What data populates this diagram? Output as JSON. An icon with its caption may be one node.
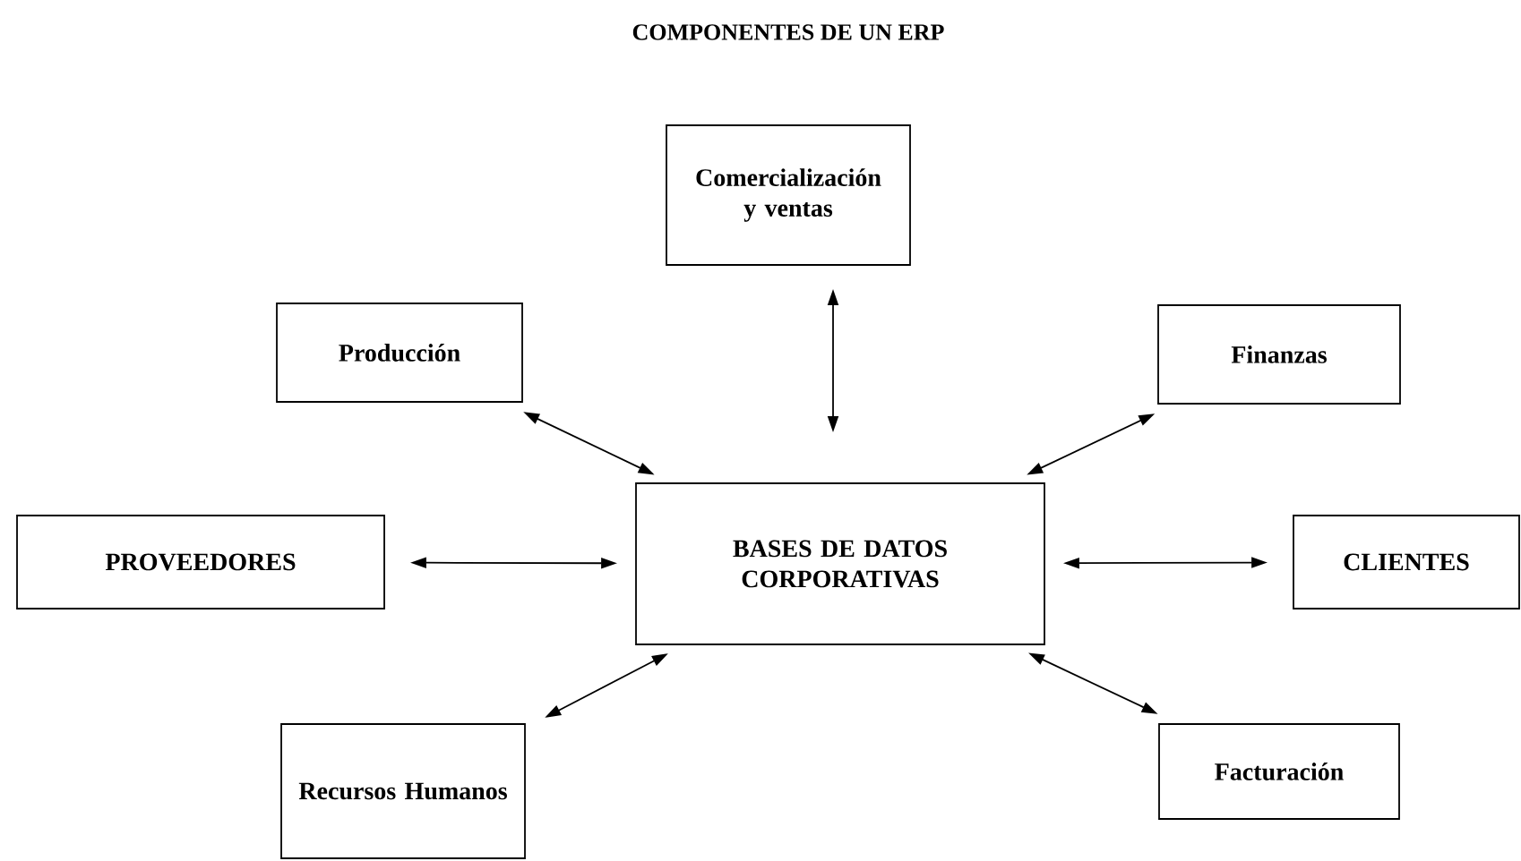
{
  "diagram": {
    "title": "COMPONENTES DE UN ERP",
    "nodes": [
      {
        "text": [
          "Comercialización y ventas"
        ]
      },
      {
        "text": [
          "Producción"
        ]
      },
      {
        "text": [
          "Finanzas"
        ]
      },
      {
        "text": [
          "PROVEEDORES"
        ]
      },
      {
        "text": [
          "BASES DE DATOS CORPORATIVAS"
        ]
      },
      {
        "text": [
          "CLIENTES"
        ]
      },
      {
        "text": [
          "Recursos Humanos"
        ]
      },
      {
        "text": [
          "Facturación"
        ]
      }
    ],
    "edges": [
      {
        "from": 4,
        "to": 0,
        "arrow": "both"
      },
      {
        "from": 4,
        "to": 1,
        "arrow": "both"
      },
      {
        "from": 4,
        "to": 2,
        "arrow": "both"
      },
      {
        "from": 4,
        "to": 3,
        "arrow": "both"
      },
      {
        "from": 4,
        "to": 5,
        "arrow": "both"
      },
      {
        "from": 4,
        "to": 6,
        "arrow": "both"
      },
      {
        "from": 4,
        "to": 7,
        "arrow": "both"
      }
    ]
  }
}
